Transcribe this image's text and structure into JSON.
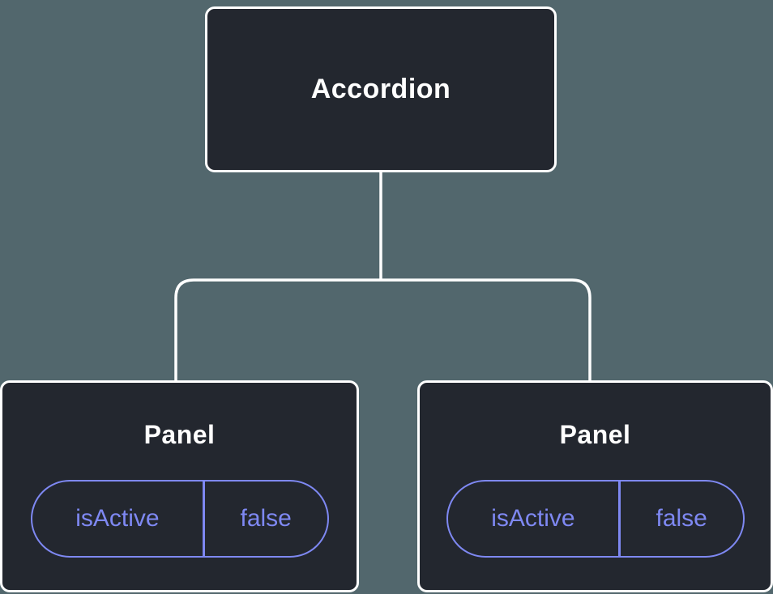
{
  "diagram": {
    "type": "component-tree",
    "root": {
      "label": "Accordion"
    },
    "panels": [
      {
        "label": "Panel",
        "prop_name": "isActive",
        "prop_value": "false"
      },
      {
        "label": "Panel",
        "prop_name": "isActive",
        "prop_value": "false"
      }
    ],
    "colors": {
      "background": "#52676d",
      "node_fill": "#23272f",
      "node_border": "#ffffff",
      "node_text": "#ffffff",
      "prop_accent": "#7e88f2",
      "connector": "#ffffff"
    }
  }
}
